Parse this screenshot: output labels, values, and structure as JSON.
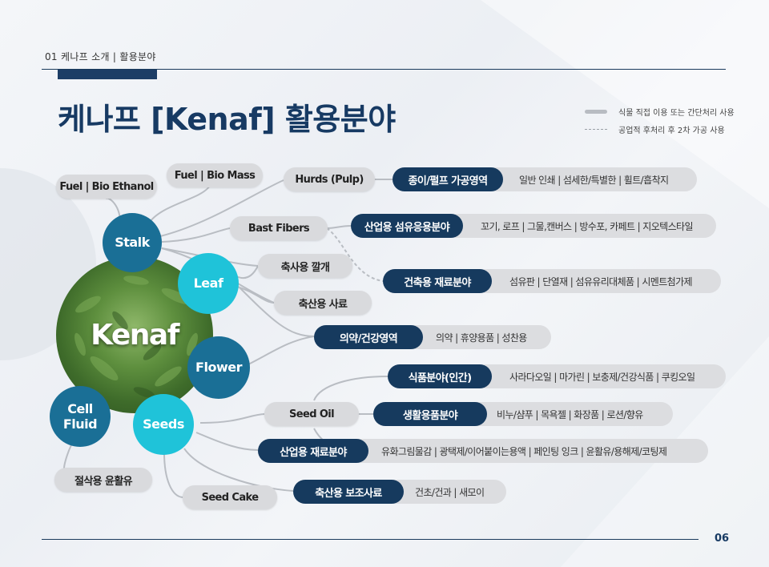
{
  "header": {
    "breadcrumb": "01  케나프 소개 | 활용분야",
    "title": "케나프 [Kenaf] 활용분야"
  },
  "legend": {
    "solid_label": "식물 직접 이용 또는 간단처리 사용",
    "dashed_label": "공업적 후처리 후 2차 가공 사용"
  },
  "center": {
    "label": "Kenaf"
  },
  "parts": {
    "stalk": "Stalk",
    "leaf": "Leaf",
    "flower": "Flower",
    "seeds": "Seeds",
    "cell_fluid": "Cell Fluid"
  },
  "products": {
    "fuel_bio_ethanol": "Fuel | Bio Ethanol",
    "fuel_bio_mass": "Fuel | Bio Mass",
    "hurds_pulp": "Hurds (Pulp)",
    "bast_fibers": "Bast Fibers",
    "livestock_bedding": "축사용 깔개",
    "livestock_feed": "축산용 사료",
    "seed_oil": "Seed Oil",
    "cutting_lubricant": "절삭용 윤활유",
    "seed_cake": "Seed Cake"
  },
  "fields": [
    {
      "name": "종이/펄프 가공영역",
      "desc": "일반 인쇄 | 섬세한/특별한 | 휠트/흡착지"
    },
    {
      "name": "산업용 섬유응용분야",
      "desc": "꼬기, 로프 | 그물,캔버스 | 방수포, 카페트 | 지오텍스타일"
    },
    {
      "name": "건축용 재료분야",
      "desc": "섬유판 | 단열재 | 섬유유리대체품 | 시멘트첨가제"
    },
    {
      "name": "의약/건강영역",
      "desc": "의약 | 휴양용품 | 성찬용"
    },
    {
      "name": "식품분야(인간)",
      "desc": "사라다오일 | 마가린 | 보충제/건강식품 | 쿠킹오일"
    },
    {
      "name": "생활용품분야",
      "desc": "비누/샴푸 | 목욕젤 | 화장품 | 로션/향유"
    },
    {
      "name": "산업용 재료분야",
      "desc": "유화그림물감 | 광택제/이어붙이는용액 | 페인팅 잉크 | 윤활유/용해제/코팅제"
    },
    {
      "name": "축산용 보조사료",
      "desc": "건초/건과 | 새모이"
    }
  ],
  "footer": {
    "page": "06"
  },
  "colors": {
    "navy": "#163a5e",
    "teal_dark": "#1a6f96",
    "teal_light": "#1fc3d9",
    "pill_gray": "#d9dadd"
  }
}
